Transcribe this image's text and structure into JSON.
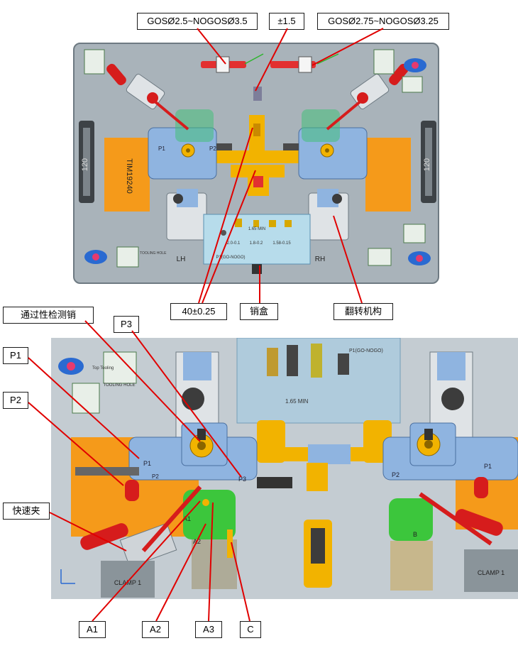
{
  "callouts": {
    "gos_lh": "GOSØ2.5~NOGOSØ3.5",
    "tolerance": "±1.5",
    "gos_rh": "GOSØ2.75~NOGOSØ3.25",
    "dim_40": "40±0.25",
    "pin_box": "销盒",
    "flip_mechanism": "翻转机构",
    "go_pin": "通过性检测销",
    "p1": "P1",
    "p2": "P2",
    "p3": "P3",
    "quick_clamp": "快速夹",
    "a1": "A1",
    "a2": "A2",
    "a3": "A3",
    "c": "C"
  },
  "top_view": {
    "side_left": "LH",
    "side_right": "RH",
    "dim_120": "120",
    "part_no": "TIM19240",
    "tooling_hole": "TOOLING HOLE",
    "pin_labels": {
      "min": "1.65 MIN",
      "a": "2.0-0.1",
      "b": "1.8-0.2",
      "c": "1.58-0.15",
      "d": "P1(GO-NOGO)"
    },
    "block_p1": "P1",
    "block_p2": "P2"
  },
  "bottom_view": {
    "block_p1": "P1",
    "block_p2": "P2",
    "block_p3": "P3",
    "block_p1_r": "P1",
    "block_p2_r": "P2",
    "clamp_label": "CLAMP 1",
    "clamp_label_r": "CLAMP 1",
    "tooling_hole": "TOOLING HOLE",
    "label_a1": "A1",
    "label_a2": "A2",
    "label_b": "B",
    "pin_dim": "1.65 MIN",
    "pin_go": "P1(GO-NOGO)",
    "logo_text": "Top Tooling"
  },
  "colors": {
    "fixture_blue": "#8fb4e0",
    "support_yellow": "#f2b300",
    "base_orange": "#f59a1a",
    "clamp_red": "#d61c1c",
    "locator_green": "#3cc63c",
    "leader_red": "#e00000",
    "base_gray": "#a9b3ba"
  }
}
